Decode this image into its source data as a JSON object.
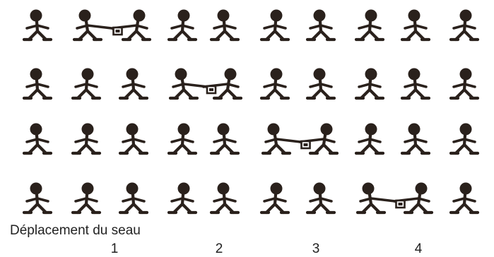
{
  "caption": "Déplacement du seau",
  "steps": [
    "1",
    "2",
    "3",
    "4"
  ],
  "figure_color": "#2a211c",
  "rows": [
    {
      "figures": 10,
      "bucket_pair": [
        1,
        2
      ]
    },
    {
      "figures": 10,
      "bucket_pair": [
        3,
        4
      ]
    },
    {
      "figures": 10,
      "bucket_pair": [
        5,
        6
      ]
    },
    {
      "figures": 10,
      "bucket_pair": [
        7,
        8
      ]
    }
  ]
}
